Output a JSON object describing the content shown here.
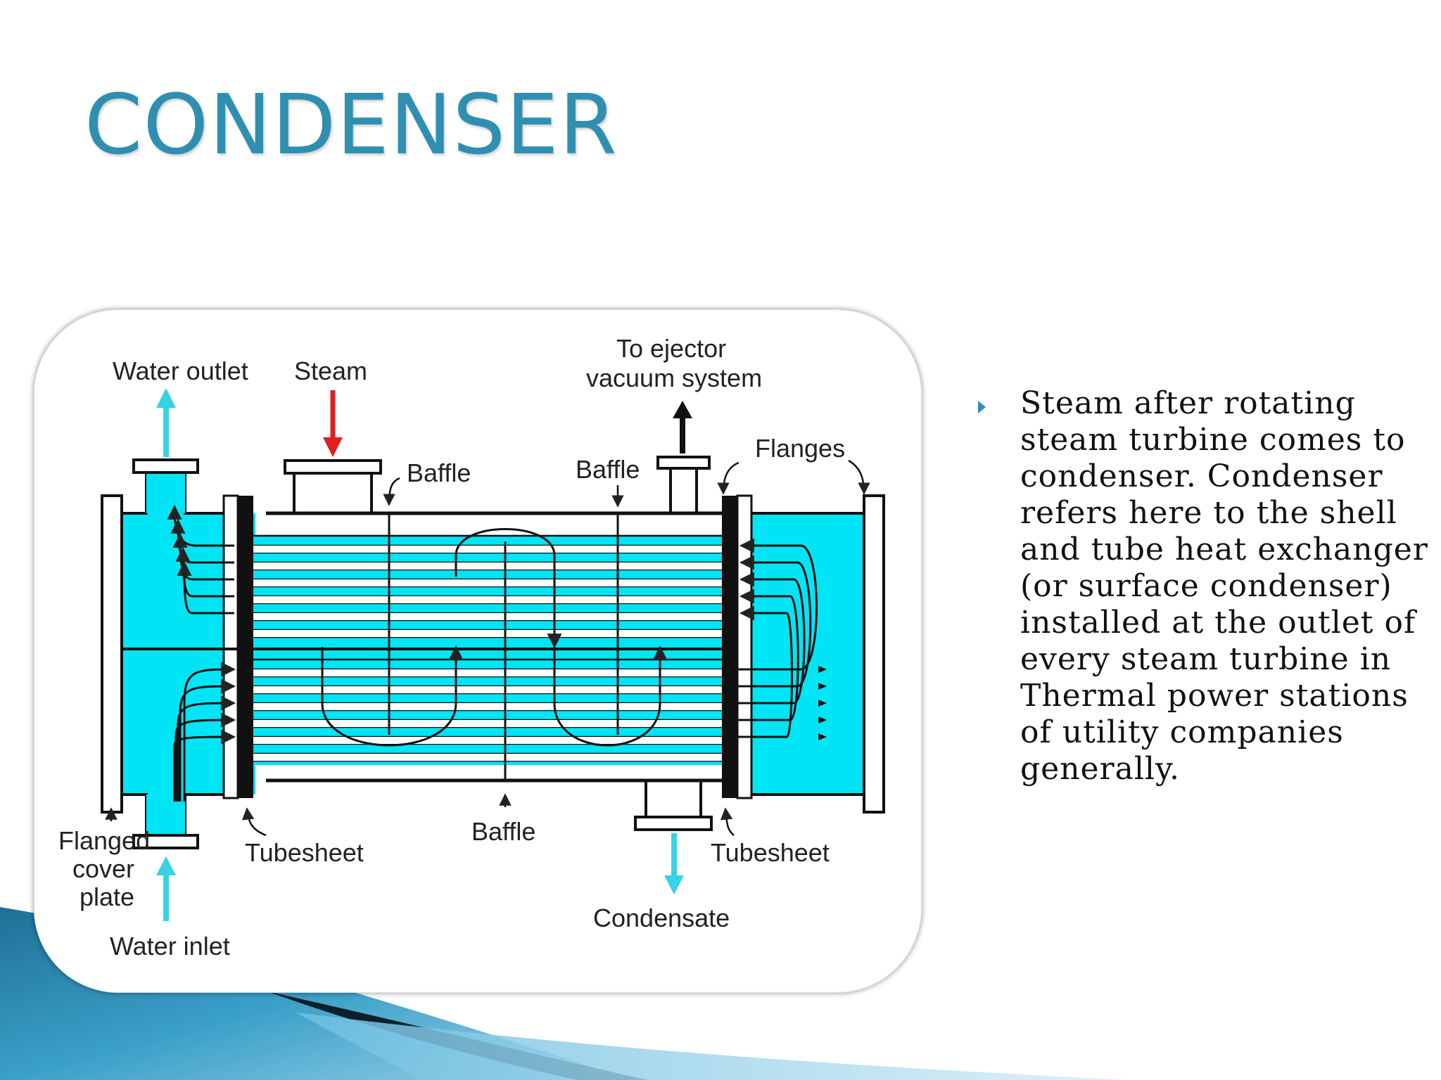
{
  "slide": {
    "title": "CONDENSER",
    "accent_color": "#2f8fb0",
    "bullet": "Steam after rotating steam turbine comes to condenser. Condenser refers here to the shell and tube heat exchanger (or surface condenser) installed at the outlet of every steam turbine in Thermal power stations of utility companies generally."
  },
  "diagram": {
    "labels": {
      "water_outlet": "Water outlet",
      "steam": "Steam",
      "ejector_line1": "To ejector",
      "ejector_line2": "vacuum system",
      "baffle_top_left": "Baffle",
      "baffle_top_right": "Baffle",
      "flanges": "Flanges",
      "flanged_line1": "Flanged",
      "flanged_line2": "cover",
      "flanged_line3": "plate",
      "tubesheet_left": "Tubesheet",
      "baffle_bottom": "Baffle",
      "tubesheet_right": "Tubesheet",
      "water_inlet": "Water inlet",
      "condensate": "Condensate"
    },
    "colors": {
      "water": "#00e5f5",
      "steam_arrow": "#e02020",
      "water_arrow": "#36d2e6"
    }
  }
}
